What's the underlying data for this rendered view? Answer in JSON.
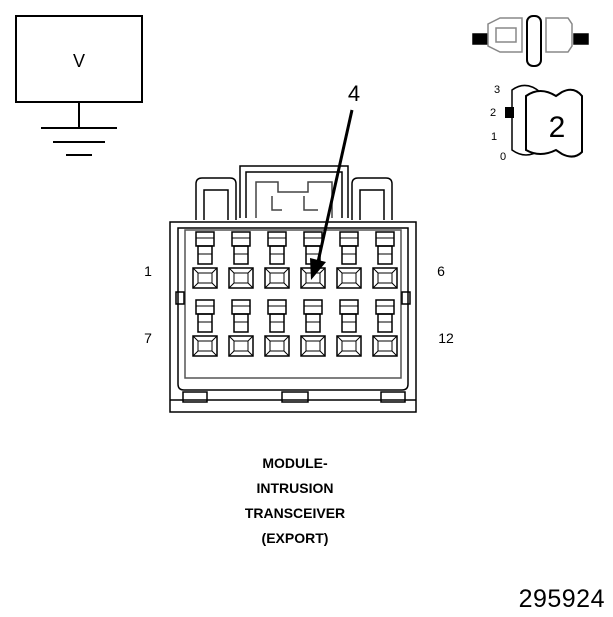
{
  "meter": {
    "symbol": "V"
  },
  "ignition": {
    "positions": [
      "3",
      "2",
      "1",
      "0"
    ],
    "key_label": "2"
  },
  "connector": {
    "pin_left_top": "1",
    "pin_right_top": "6",
    "pin_left_bottom": "7",
    "pin_right_bottom": "12"
  },
  "callout": {
    "label": "4"
  },
  "caption": {
    "lines": [
      "MODULE-",
      "INTRUSION",
      "TRANSCEIVER",
      "(EXPORT)"
    ]
  },
  "figure_number": "295924"
}
